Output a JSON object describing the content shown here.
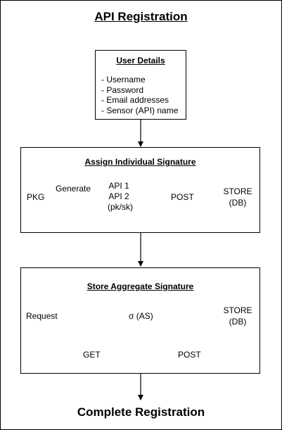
{
  "header": {
    "title": "API Registration"
  },
  "user_details": {
    "title": "User Details",
    "items": [
      "- Username",
      "- Password",
      "- Email addresses",
      "- Sensor (API) name"
    ]
  },
  "assign_signature": {
    "title": "Assign Individual Signature",
    "pkg": "PKG",
    "generate": "Generate",
    "api1": "API 1",
    "api2": "API 2",
    "keys": "(pk/sk)",
    "post": "POST",
    "store": "STORE",
    "db": "(DB)"
  },
  "aggregate_signature": {
    "title": "Store Aggregate Signature",
    "request": "Request",
    "get": "GET",
    "sigma": "σ (AS)",
    "post": "POST",
    "store": "STORE",
    "db": "(DB)"
  },
  "footer": {
    "title": "Complete Registration"
  }
}
